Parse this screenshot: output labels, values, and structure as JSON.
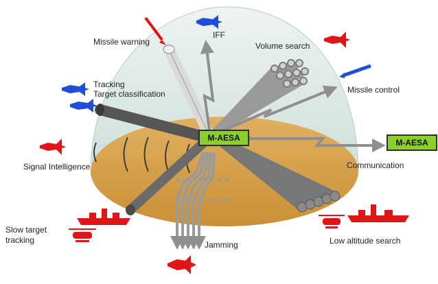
{
  "labels": {
    "missile_warning": "Missile warning",
    "iff": "IFF",
    "volume_search": "Volume search",
    "tracking": "Tracking",
    "target_classification": "Target classification",
    "missile_control": "Missile control",
    "signal_intelligence": "Signal Intelligence",
    "communication": "Communication",
    "slow_target_tracking_1": "Slow target",
    "slow_target_tracking_2": "tracking",
    "jamming": "Jamming",
    "low_altitude_search": "Low altitude search"
  },
  "boxes": {
    "center": "M-AESA",
    "remote": "M-AESA"
  },
  "colors": {
    "dome": "#d8e6e2",
    "ground": "#d6a24a",
    "box_fill": "#8ccf2a",
    "friendly": "#1f4fd6",
    "hostile": "#e01515",
    "beam": "#8a8a8a",
    "arrow": "#8f8f8f"
  },
  "icons": [
    "fighter-jet-icon",
    "missile-icon",
    "ship-icon",
    "helicopter-icon"
  ]
}
